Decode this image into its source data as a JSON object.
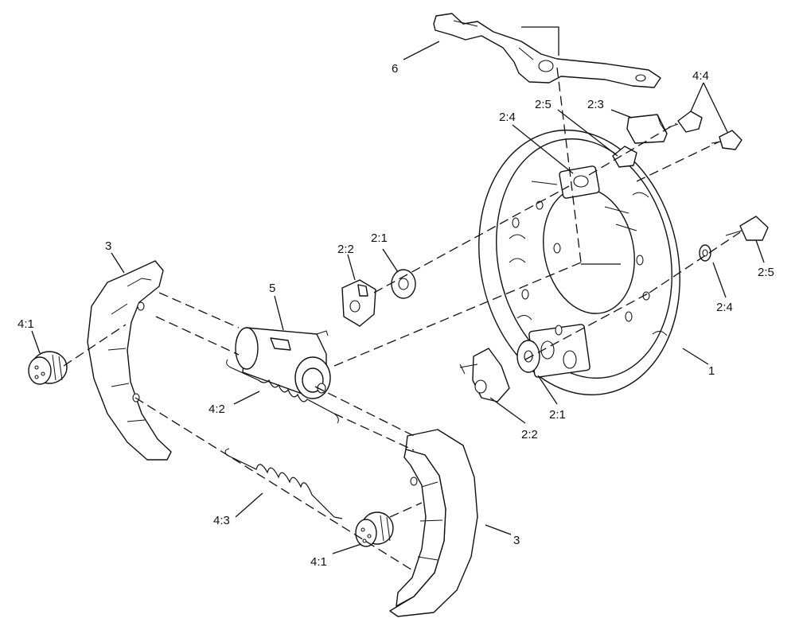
{
  "callouts": {
    "c1": "1",
    "c2_1_a": "2:1",
    "c2_1_b": "2:1",
    "c2_2_a": "2:2",
    "c2_2_b": "2:2",
    "c2_3": "2:3",
    "c2_4_a": "2:4",
    "c2_4_b": "2:4",
    "c2_5_a": "2:5",
    "c2_5_b": "2:5",
    "c3_a": "3",
    "c3_b": "3",
    "c4_1_a": "4:1",
    "c4_1_b": "4:1",
    "c4_2": "4:2",
    "c4_3": "4:3",
    "c4_4": "4:4",
    "c5": "5",
    "c6": "6"
  }
}
